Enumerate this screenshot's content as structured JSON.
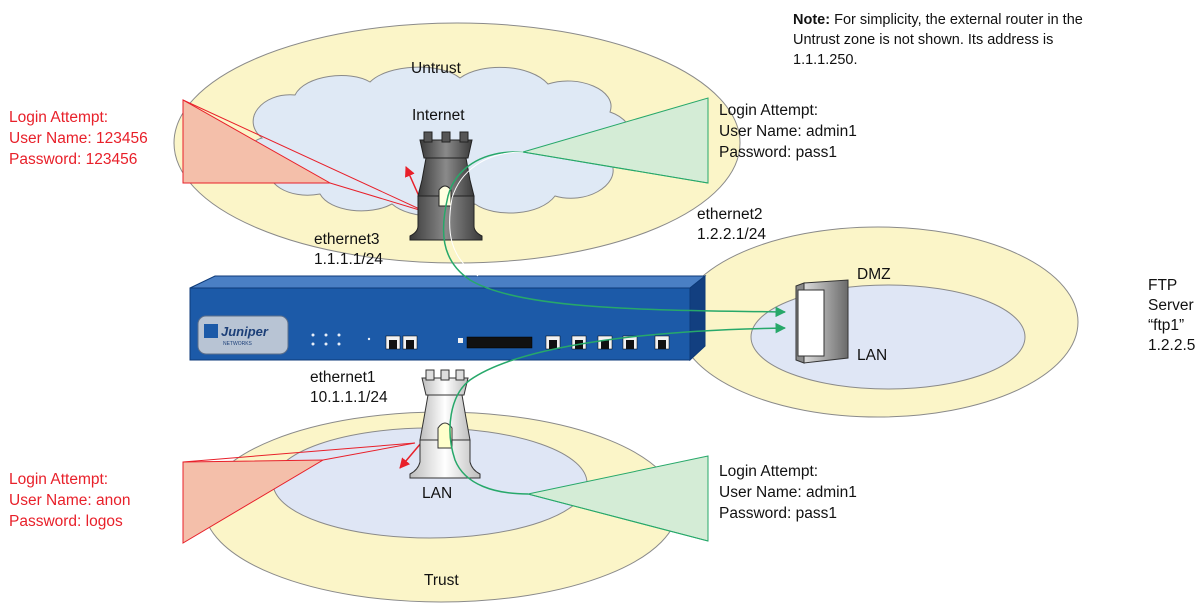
{
  "note": {
    "prefix": "Note:",
    "text": " For simplicity, the external router in the Untrust zone is not shown. Its address is 1.1.1.250."
  },
  "zones": {
    "untrust": "Untrust",
    "internet": "Internet",
    "dmz": "DMZ",
    "dmz_lan": "LAN",
    "trust": "Trust",
    "trust_lan": "LAN"
  },
  "interfaces": {
    "ethernet3": {
      "name": "ethernet3",
      "ip": "1.1.1.1/24"
    },
    "ethernet2": {
      "name": "ethernet2",
      "ip": "1.2.2.1/24"
    },
    "ethernet1": {
      "name": "ethernet1",
      "ip": "10.1.1.1/24"
    }
  },
  "ftp_server": {
    "line1": "FTP",
    "line2": "Server",
    "line3": "“ftp1”",
    "line4": "1.2.2.5"
  },
  "device": {
    "brand": "Juniper",
    "sub": "NETWORKS"
  },
  "login_attempts": {
    "untrust_bad": {
      "title": "Login Attempt:",
      "user": "User Name: 123456",
      "pass": "Password: 123456"
    },
    "untrust_good": {
      "title": "Login Attempt:",
      "user": "User Name: admin1",
      "pass": "Password: pass1"
    },
    "trust_bad": {
      "title": "Login Attempt:",
      "user": "User Name: anon",
      "pass": "Password: logos"
    },
    "trust_good": {
      "title": "Login Attempt:",
      "user": "User Name: admin1",
      "pass": "Password: pass1"
    }
  },
  "colors": {
    "zone_fill": "#fbf5c8",
    "lan_fill": "#dfe6f5",
    "cloud_fill": "#dfe9f5",
    "red_wedge": "#f4bfaa",
    "green_wedge": "#d4ecd6",
    "red_line": "#e8202a",
    "green_line": "#27a86a",
    "device_blue": "#1c5aa8"
  }
}
